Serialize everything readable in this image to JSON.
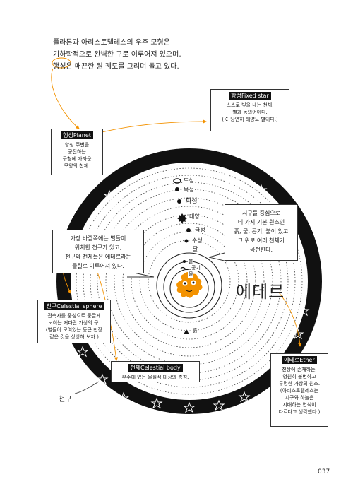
{
  "intro": {
    "lines": [
      "플라톤과 아리스토텔레스의 우주 모형은",
      "기하학적으로 완벽한 구로 이루어져 있으며,",
      "행성은 매끈한 원 궤도를 그리며 돌고 있다."
    ]
  },
  "fixed_star": {
    "title": "항성Fixed star",
    "lines": [
      "스스로 빛을 내는 천체.",
      "별과 동의어이다.",
      "(※ 당연히 태양도 별이다.)"
    ]
  },
  "planet": {
    "title": "행성Planet",
    "lines": [
      "항성 주변을",
      "공전하는",
      "구형에 가까운",
      "모양의 천체."
    ]
  },
  "outer_stars_callout": {
    "lines": [
      "가장 바깥쪽에는 별들이",
      "위치한 천구가 있고,",
      "천구와 천체들은 에테르라는",
      "물질로 이루어져 있다."
    ]
  },
  "elements_callout": {
    "lines": [
      "지구를 중심으로",
      "네 가지 기본 원소인",
      "흙, 물, 공기, 불이 있고",
      "그 위로 여러 천체가",
      "공전한다."
    ]
  },
  "celestial_sphere": {
    "title": "천구Celestial sphere",
    "lines": [
      "관측자를 중심으로 둥글게",
      "보이는 커다란 가상의 구.",
      "(별들이 모여있는 둥근 천장",
      "같은 것을 상상해 보자.)"
    ]
  },
  "celestial_body": {
    "title": "천체Celestial body",
    "lines": [
      "우주에 있는 물질적 대상의 총칭."
    ]
  },
  "ether": {
    "title": "에테르Ether",
    "lines": [
      "천상에 존재하는,",
      "영원히 불변하고",
      "투명한 가상의 원소.",
      "(아리스토텔레스는",
      "지구와 하늘은",
      "지배하는 법칙이",
      "다르다고 생각했다.)"
    ]
  },
  "planets": {
    "saturn": "토성",
    "jupiter": "목성",
    "mars": "화성",
    "sun": "태양",
    "venus": "금성",
    "mercury": "수성",
    "moon": "달",
    "fire": "불",
    "air": "공기",
    "water": "물",
    "earth": "흙"
  },
  "ether_label": "에테르",
  "heaven_label": "천구",
  "page_number": "037",
  "colors": {
    "ink": "#222222",
    "outer_ring": "#111111",
    "character": "#f39200",
    "arrow": "#f39200"
  }
}
